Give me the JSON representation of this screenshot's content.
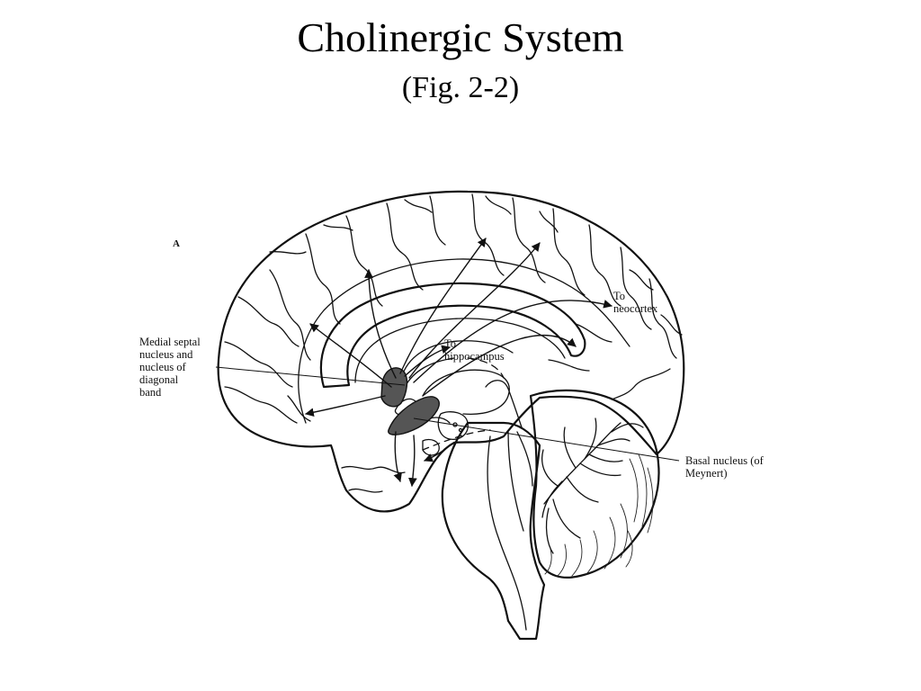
{
  "slide": {
    "title": "Cholinergic System",
    "subtitle": "(Fig. 2-2)"
  },
  "figure": {
    "panel_label": "A",
    "labels": {
      "medial_septal": [
        "Medial septal",
        "nucleus and",
        "nucleus of",
        "diagonal",
        "band"
      ],
      "to_neocortex": [
        "To",
        "neocortex"
      ],
      "to_hippocampus": [
        "To",
        "hippocampus"
      ],
      "basal_nucleus": [
        "Basal nucleus (of",
        "Meynert)"
      ]
    },
    "colors": {
      "ink": "#111111",
      "nucleus_fill": "#555555",
      "background": "#ffffff"
    }
  }
}
